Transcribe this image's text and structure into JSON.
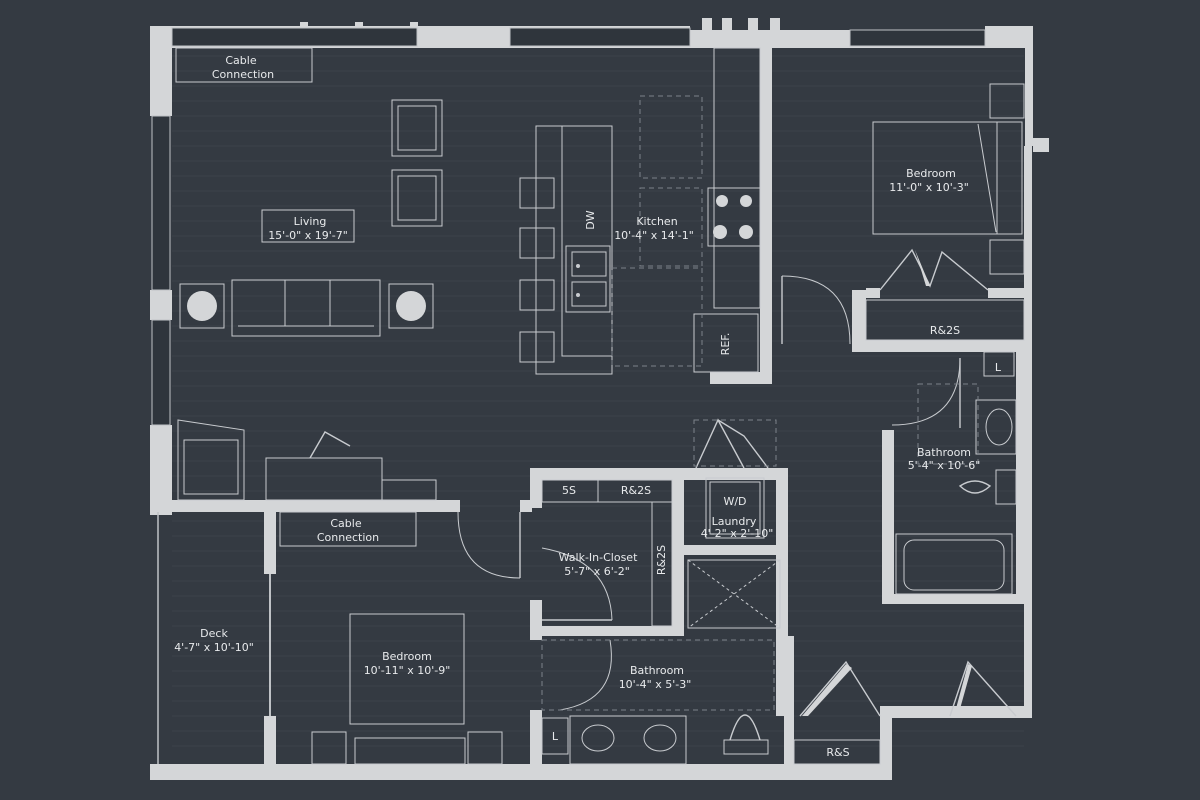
{
  "rooms": {
    "living": {
      "name": "Living",
      "dims": "15'-0\" x 19'-7\""
    },
    "kitchen": {
      "name": "Kitchen",
      "dims": "10'-4\" x 14'-1\""
    },
    "bedroom_main": {
      "name": "Bedroom",
      "dims": "11'-0\" x 10'-3\""
    },
    "bathroom_main": {
      "name": "Bathroom",
      "dims": "5'-4\" x 10'-6\""
    },
    "laundry": {
      "name": "Laundry",
      "dims": "4'-2\" x 2'-10\""
    },
    "walk_in_closet": {
      "name": "Walk-In-Closet",
      "dims": "5'-7\" x 6'-2\""
    },
    "bedroom_second": {
      "name": "Bedroom",
      "dims": "10'-11\" x 10'-9\""
    },
    "bathroom_second": {
      "name": "Bathroom",
      "dims": "10'-4\" x 5'-3\""
    },
    "deck": {
      "name": "Deck",
      "dims": "4'-7\" x 10'-10\""
    }
  },
  "labels": {
    "cable_top": [
      "Cable",
      "Connection"
    ],
    "cable_mid": [
      "Cable",
      "Connection"
    ],
    "dw": "DW",
    "ref": "REF.",
    "wd": "W/D",
    "r2s_main_closet": "R&2S",
    "ss_closet": "5S",
    "r2s_closet_top": "R&2S",
    "r2s_closet_side": "R&2S",
    "rs_hall": "R&S",
    "l_main_bath": "L",
    "l_second_bath": "L"
  },
  "colors": {
    "background": "#343a42",
    "walls": "#d4d6d8",
    "fixtures": "#c8cbcf",
    "text": "#e8eaec"
  }
}
